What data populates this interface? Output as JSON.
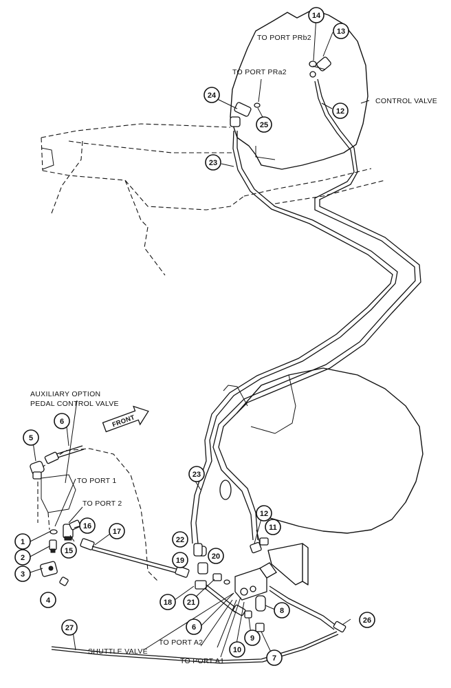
{
  "labels": {
    "to_port_prb2": "TO PORT PRb2",
    "to_port_pra2": "TO PORT PRa2",
    "control_valve": "CONTROL VALVE",
    "aux_line1": "AUXILIARY OPTION",
    "aux_line2": "PEDAL CONTROL VALVE",
    "front": "FRONT",
    "to_port_1": "TO PORT 1",
    "to_port_2": "TO PORT 2",
    "to_port_a2": "TO PORT A2",
    "to_port_a1": "TO PORT A1",
    "shuttle_valve": "SHUTTLE VALVE"
  },
  "callouts": {
    "c1": "1",
    "c2": "2",
    "c3": "3",
    "c4": "4",
    "c5": "5",
    "c6a": "6",
    "c6b": "6",
    "c7": "7",
    "c8": "8",
    "c9": "9",
    "c10": "10",
    "c11": "11",
    "c12a": "12",
    "c12b": "12",
    "c13": "13",
    "c14": "14",
    "c15": "15",
    "c16": "16",
    "c17": "17",
    "c18": "18",
    "c19": "19",
    "c20": "20",
    "c21": "21",
    "c22": "22",
    "c23a": "23",
    "c23b": "23",
    "c24": "24",
    "c25": "25",
    "c26": "26",
    "c27": "27"
  }
}
